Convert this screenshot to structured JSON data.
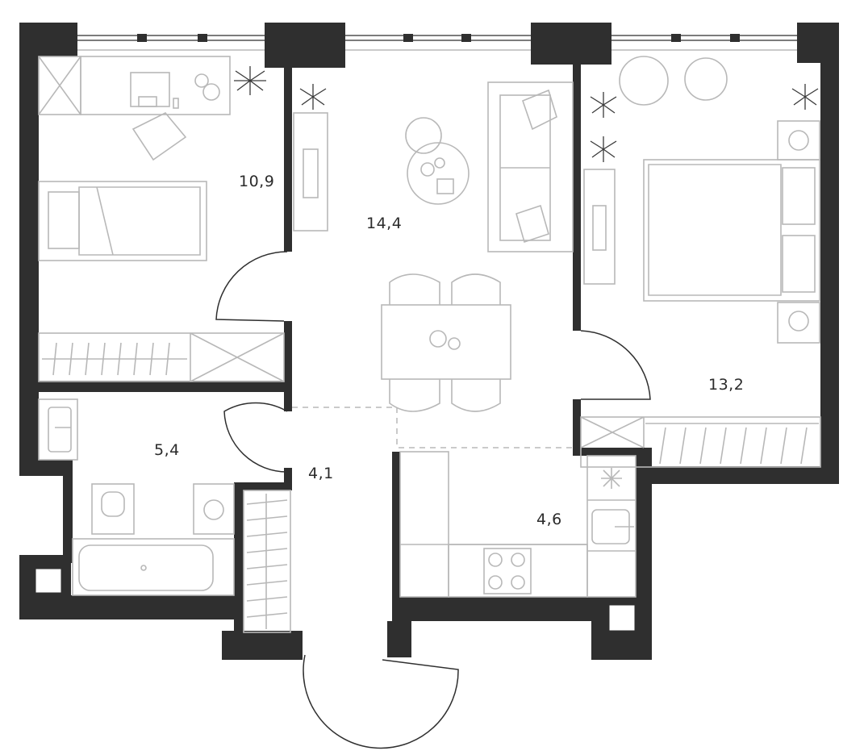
{
  "rooms": [
    {
      "id": "bedroom-small",
      "area": "10,9"
    },
    {
      "id": "living-room",
      "area": "14,4"
    },
    {
      "id": "bedroom-master",
      "area": "13,2"
    },
    {
      "id": "bathroom",
      "area": "5,4"
    },
    {
      "id": "hallway",
      "area": "4,1"
    },
    {
      "id": "kitchen",
      "area": "4,6"
    }
  ],
  "colors": {
    "wall": "#2f2f2f",
    "furniture_line": "#b8b8b8",
    "background": "#ffffff"
  }
}
